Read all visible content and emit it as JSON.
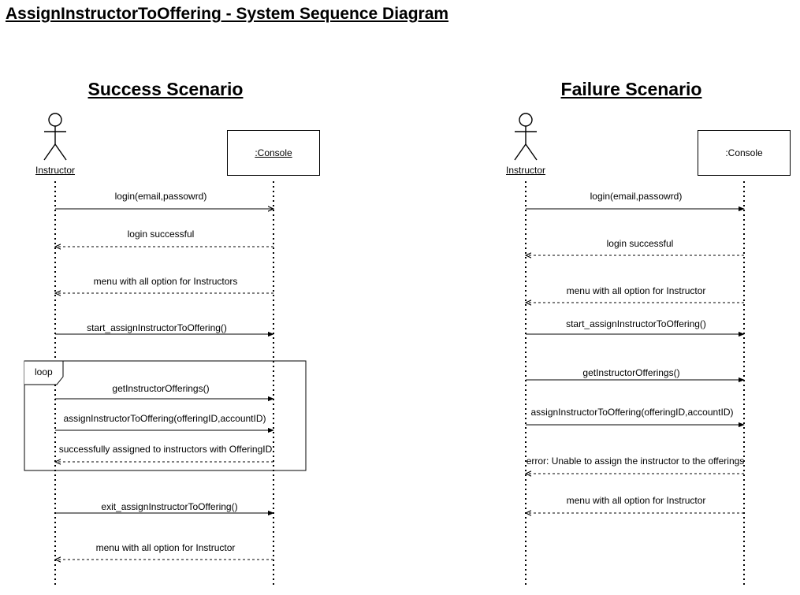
{
  "title": "AssignInstructorToOffering - System Sequence Diagram",
  "success": {
    "heading": "Success Scenario",
    "actor": "Instructor",
    "object": ":Console",
    "loop_label": "loop",
    "messages": [
      "login(email,passowrd)",
      "login successful",
      "menu with all option for Instructors",
      "start_assignInstructorToOffering()",
      "getInstructorOfferings()",
      "assignInstructorToOffering(offeringID,accountID)",
      "successfully assigned to instructors with OfferingID",
      "exit_assignInstructorToOffering()",
      "menu with all option for Instructor"
    ]
  },
  "failure": {
    "heading": "Failure Scenario",
    "actor": "Instructor",
    "object": ":Console",
    "messages": [
      "login(email,passowrd)",
      "login successful",
      "menu with all option for Instructor",
      "start_assignInstructorToOffering()",
      "getInstructorOfferings()",
      "assignInstructorToOffering(offeringID,accountID)",
      "error: Unable to assign the instructor to the offerings",
      "menu with all option for Instructor"
    ]
  }
}
